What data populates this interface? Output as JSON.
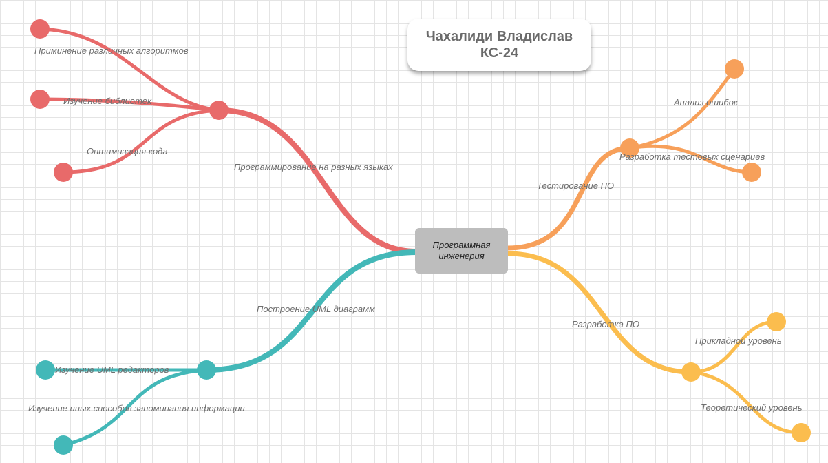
{
  "title": {
    "name": "Чахалиди Владислав",
    "group": "КС-24"
  },
  "center": {
    "label": "Программная инженерия"
  },
  "colors": {
    "red": "#e86a6a",
    "orange": "#f7a05a",
    "yellow": "#fbbd4e",
    "teal": "#43b8b8",
    "center_fill": "#bdbdbd"
  },
  "branches": {
    "programming": {
      "label": "Программирование на разных языках",
      "children": [
        "Приминение различных алгоритмов",
        "Изучение библиотек",
        "Оптимизация  кода"
      ]
    },
    "testing": {
      "label": "Тестирование ПО",
      "children": [
        "Анализ ошибок",
        "Разработка тестовых сценариев"
      ]
    },
    "development": {
      "label": "Разработка ПО",
      "children": [
        "Прикладной уровень",
        "Теоретический уровень"
      ]
    },
    "uml": {
      "label": "Построение UML диаграмм",
      "children": [
        "Изучение UML редакторов",
        "Изучение иных способов запоминания информации"
      ]
    }
  }
}
